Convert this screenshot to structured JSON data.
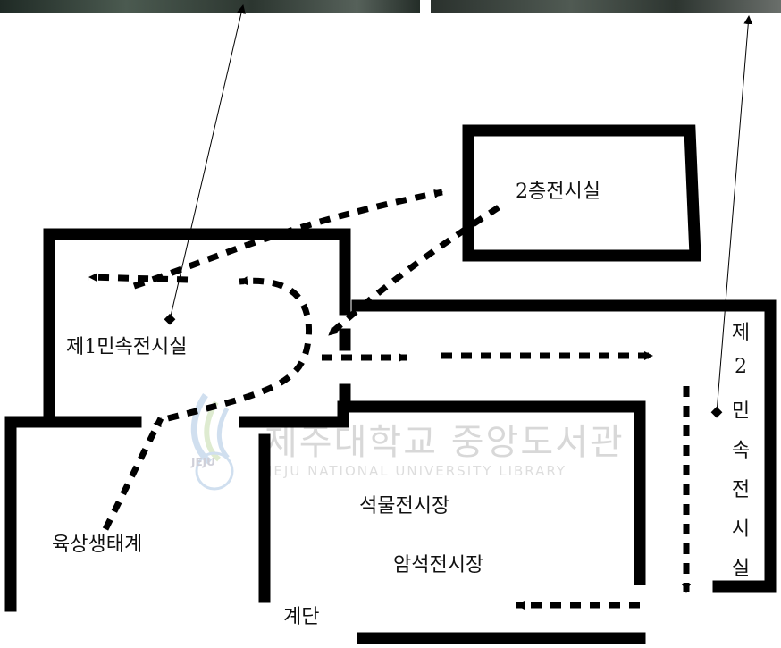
{
  "labels": {
    "second_floor": "2층전시실",
    "folk1": "제1민속전시실",
    "terrestrial": "육상생태계",
    "mineral": "석물전시장",
    "rock": "암석전시장",
    "stairs": "계단"
  },
  "folk2_vertical": [
    "제",
    "2",
    "민",
    "속",
    "전",
    "시",
    "실"
  ],
  "watermark": {
    "title": "제주대학교 중앙도서관",
    "subtitle": "JEJU NATIONAL UNIVERSITY LIBRARY",
    "logo_text": "JEJU"
  },
  "colors": {
    "wall": "#000000",
    "background": "#ffffff",
    "watermark_blue": "#5a8fc9",
    "watermark_green": "#8dbb5a"
  }
}
